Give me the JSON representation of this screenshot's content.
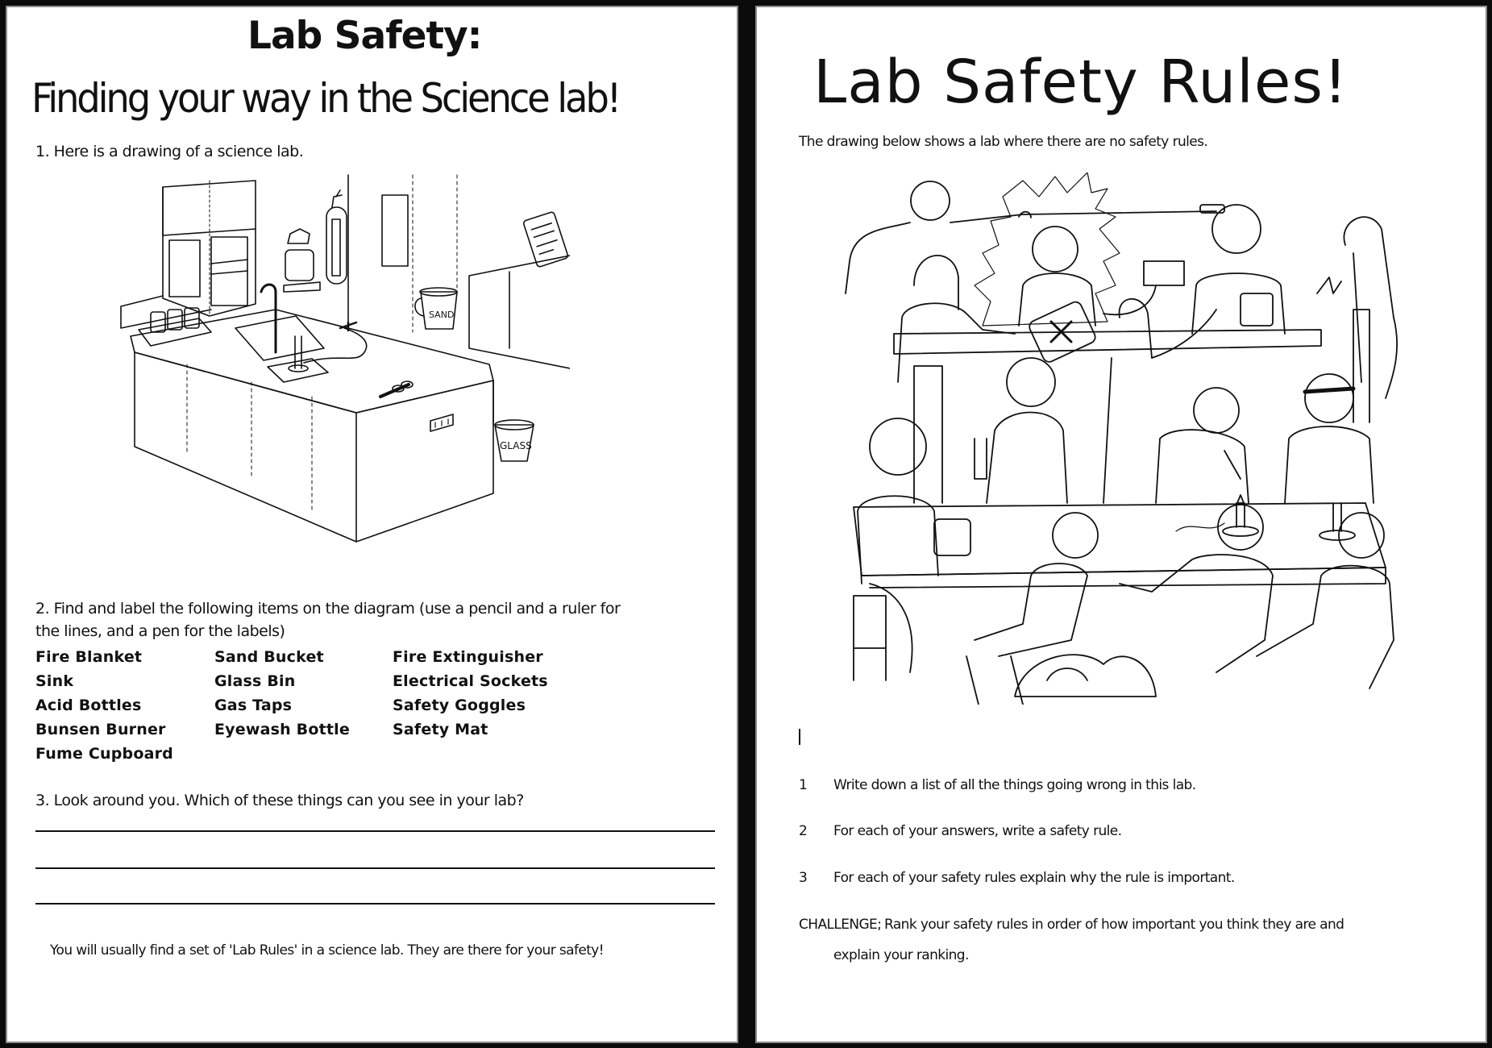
{
  "left_page": {
    "title": "Lab Safety:",
    "subtitle": "Finding your way in the Science lab!",
    "q1": "1. Here is a drawing of a science lab.",
    "q2_line1": "2. Find and label the following items on the diagram (use a pencil and a ruler for",
    "q2_line2": "the lines, and a pen for the labels)",
    "items": [
      [
        "Fire Blanket",
        "Sand Bucket",
        "Fire Extinguisher"
      ],
      [
        "Sink",
        "Glass Bin",
        "Electrical Sockets"
      ],
      [
        "Acid Bottles",
        "Gas Taps",
        "Safety Goggles"
      ],
      [
        "Bunsen Burner",
        "Eyewash Bottle",
        "Safety Mat"
      ],
      [
        "Fume Cupboard",
        "",
        ""
      ]
    ],
    "q3": "3. Look around you. Which of these things can you see in your lab?",
    "answer_lines": 3,
    "footer_note": "You will usually find a set of 'Lab Rules' in a science lab. They are there for your safety!",
    "drawing_labels": {
      "sand_bucket": "SAND",
      "glass_bin": "GLASS"
    }
  },
  "right_page": {
    "title": "Lab Safety Rules!",
    "intro": "The drawing below shows a lab where there are no safety rules.",
    "tasks": [
      {
        "num": "1",
        "text": "Write down a list of all the things going wrong in this lab."
      },
      {
        "num": "2",
        "text": "For each of your answers, write a safety rule."
      },
      {
        "num": "3",
        "text": "For each of your safety rules explain why the rule is important."
      }
    ],
    "challenge_label": "CHALLENGE;",
    "challenge_text_line1": "Rank your safety rules in order of how important you think they are and",
    "challenge_text_line2": "explain your ranking."
  },
  "colors": {
    "background": "#0b0b0b",
    "page": "#ffffff",
    "ink": "#111111",
    "page_border": "#8a8a8a"
  }
}
